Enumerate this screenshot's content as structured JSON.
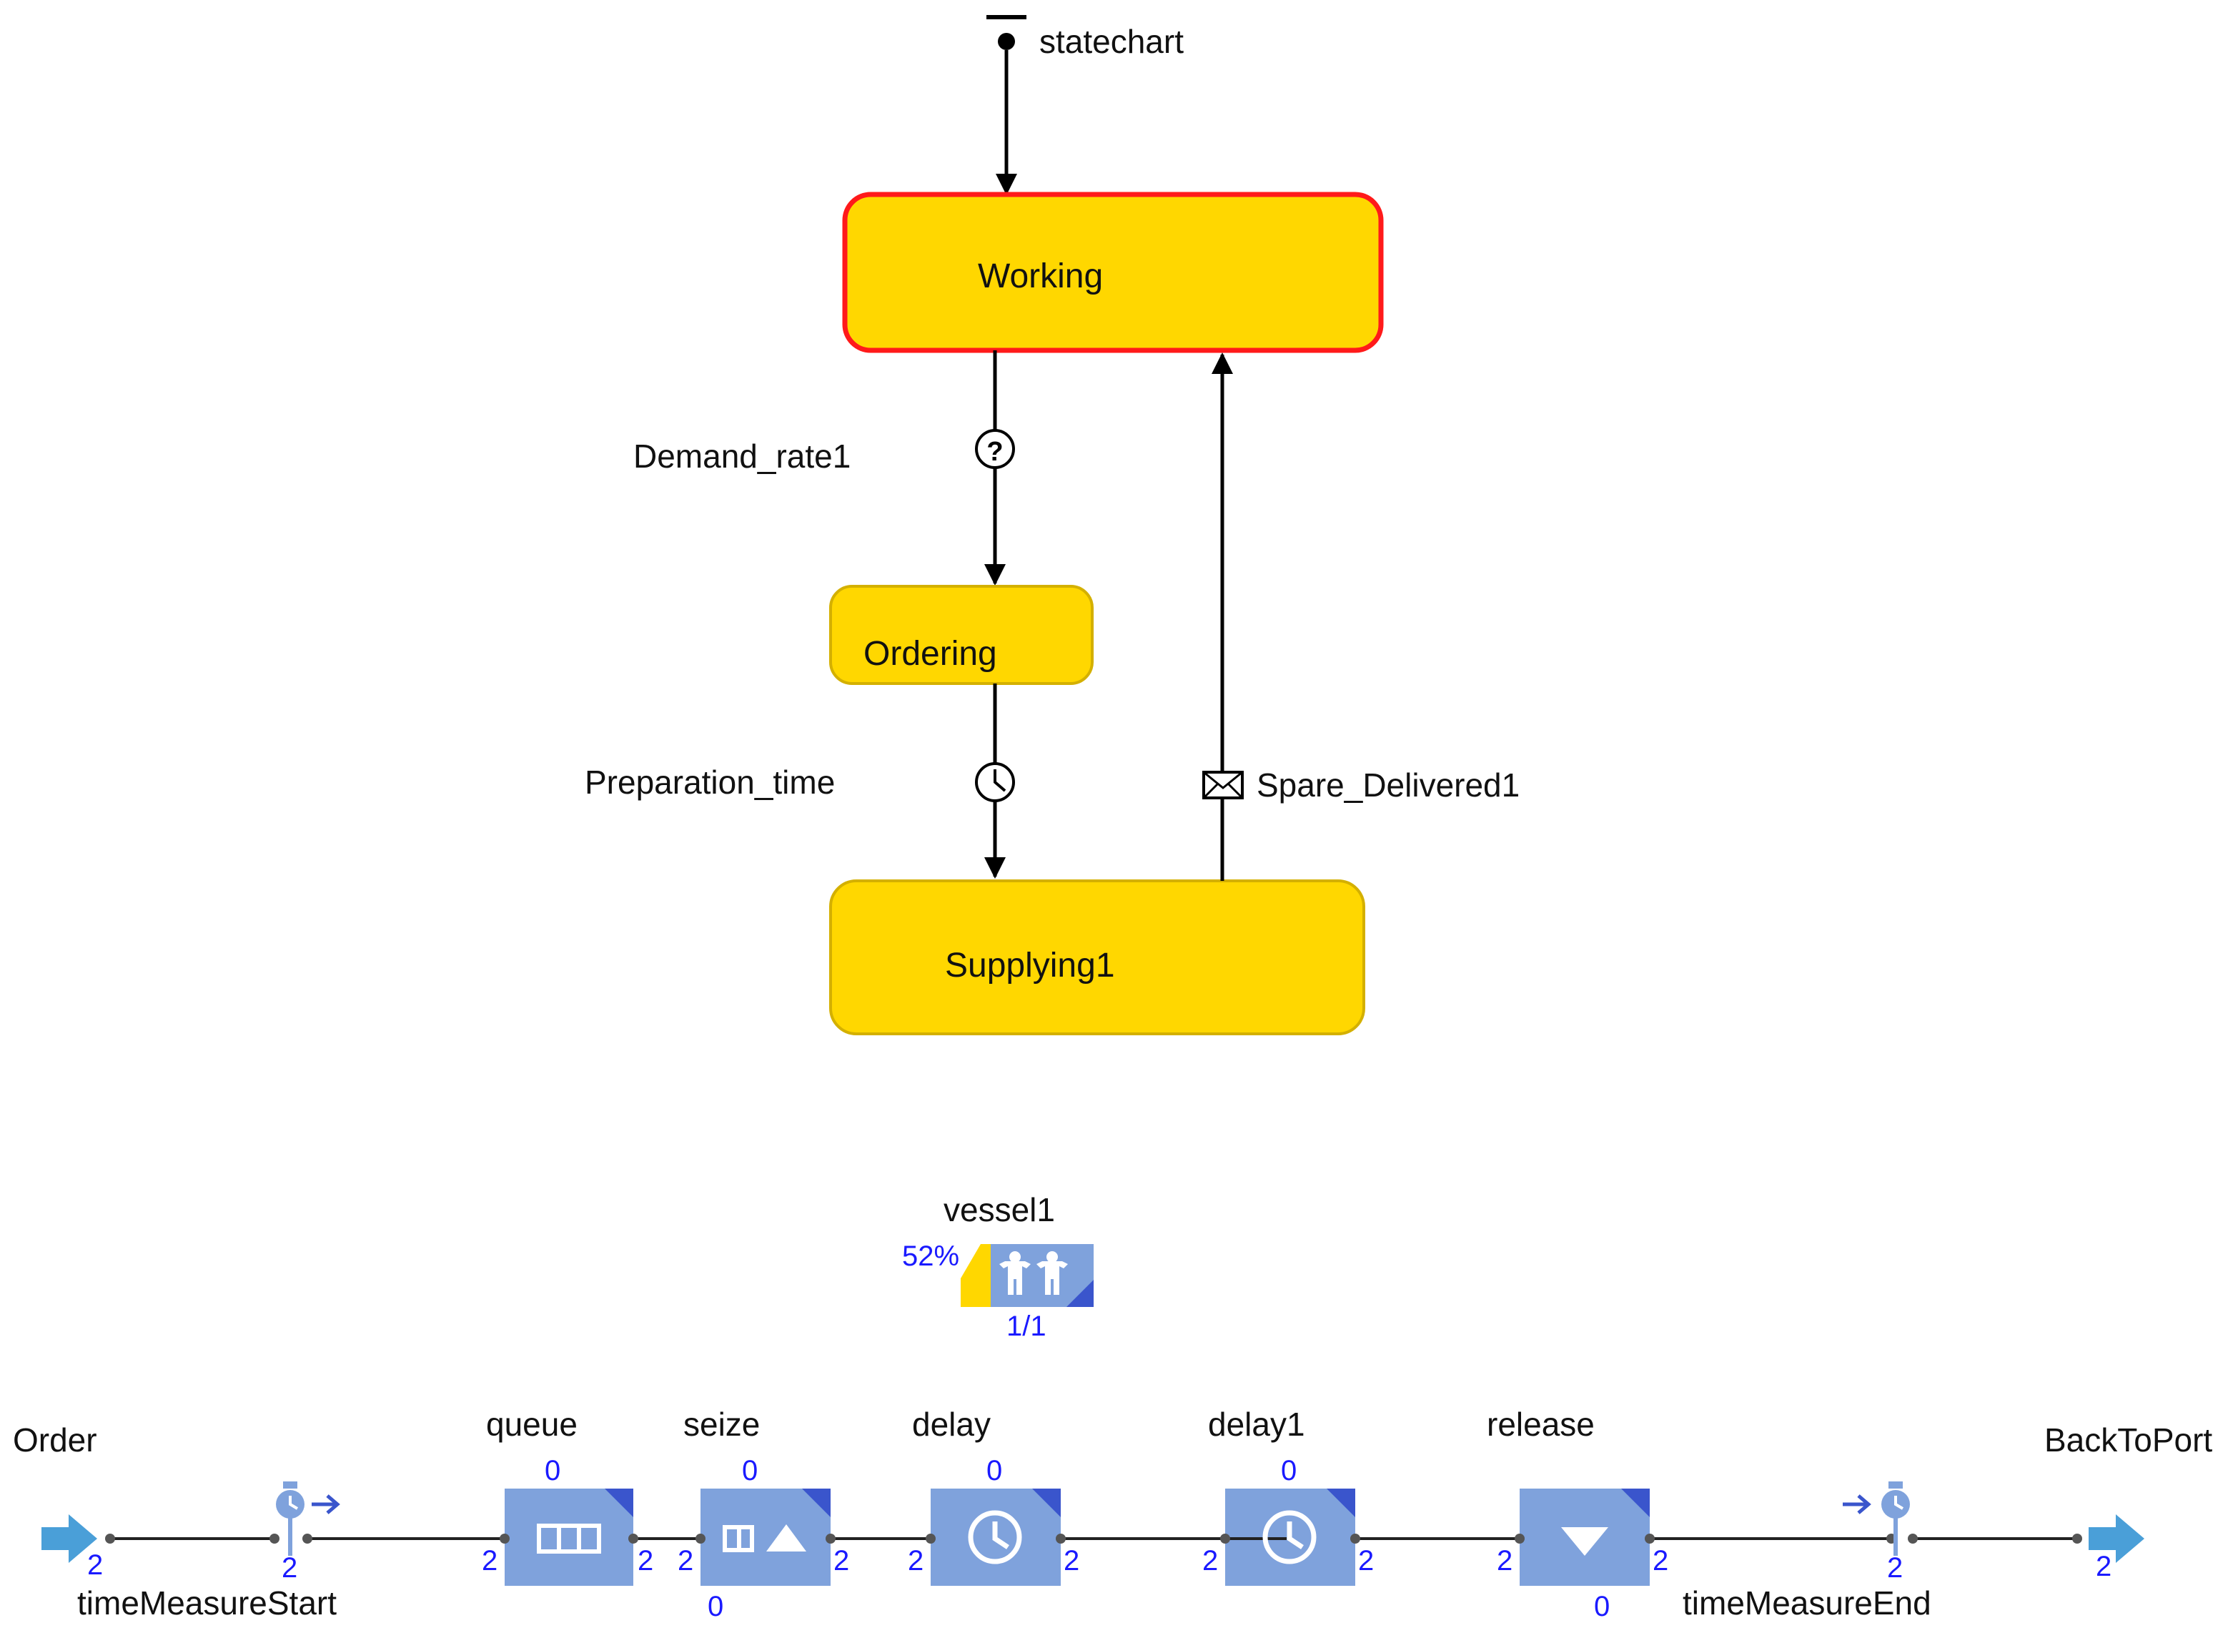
{
  "statechart": {
    "label": "statechart",
    "states": {
      "working": "Working",
      "ordering": "Ordering",
      "supplying": "Supplying1"
    },
    "transitions": {
      "demand": {
        "label": "Demand_rate1",
        "trigger_icon": "condition-icon"
      },
      "preparation": {
        "label": "Preparation_time",
        "trigger_icon": "timeout-clock-icon"
      },
      "delivered": {
        "label": "Spare_Delivered1",
        "trigger_icon": "message-envelope-icon"
      }
    },
    "active_state": "Working",
    "colors": {
      "state_fill": "#ffd700",
      "active_border": "#ff1a1a",
      "state_border": "#d4b000"
    }
  },
  "resource_pool": {
    "name": "vessel1",
    "utilization": "52%",
    "capacity": "1/1",
    "utilization_fraction": 0.52,
    "icon": "resource-pool-people-icon"
  },
  "process_flow": {
    "source": {
      "name": "Order",
      "count": "2",
      "icon": "enter-arrow-icon"
    },
    "time_start": {
      "name": "timeMeasureStart",
      "count": "2",
      "icon": "time-measure-start-icon"
    },
    "queue": {
      "name": "queue",
      "top": "0",
      "in": "2",
      "out": "2",
      "icon": "queue-icon"
    },
    "seize": {
      "name": "seize",
      "top": "0",
      "in": "2",
      "out": "2",
      "bottom": "0",
      "icon": "seize-icon"
    },
    "delay": {
      "name": "delay",
      "top": "0",
      "in": "2",
      "out": "2",
      "icon": "clock-icon"
    },
    "delay1": {
      "name": "delay1",
      "top": "0",
      "in": "2",
      "out": "2",
      "icon": "clock-icon"
    },
    "release": {
      "name": "release",
      "in": "2",
      "out": "2",
      "bottom": "0",
      "icon": "release-icon"
    },
    "time_end": {
      "name": "timeMeasureEnd",
      "count": "2",
      "icon": "time-measure-end-icon"
    },
    "sink": {
      "name": "BackToPort",
      "count": "2",
      "icon": "exit-arrow-icon"
    },
    "colors": {
      "block": "#7fa2dc",
      "corner": "#3a55cc",
      "counter": "#1a1aff"
    }
  }
}
